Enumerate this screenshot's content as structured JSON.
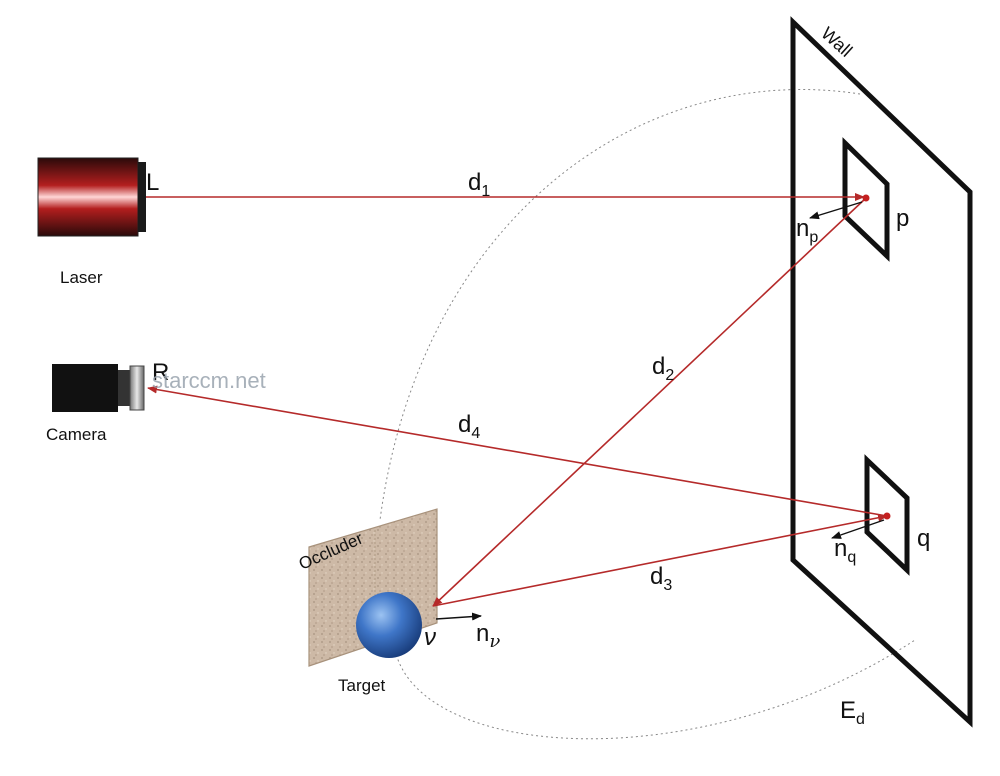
{
  "labels": {
    "laser": "Laser",
    "laser_point": "L",
    "camera": "Camera",
    "camera_point": "R",
    "wall": "Wall",
    "occluder": "Occluder",
    "target": "Target",
    "target_point": "ν",
    "patch_p": "p",
    "patch_q": "q",
    "ed_main": "E",
    "ed_sub": "d"
  },
  "distances": [
    {
      "main": "d",
      "sub": "1"
    },
    {
      "main": "d",
      "sub": "2"
    },
    {
      "main": "d",
      "sub": "3"
    },
    {
      "main": "d",
      "sub": "4"
    }
  ],
  "normals": [
    {
      "main": "n",
      "sub": "p"
    },
    {
      "main": "n",
      "sub": "q"
    },
    {
      "main": "n",
      "sub": "ν"
    }
  ],
  "watermark": "starccm.net",
  "colors": {
    "ray": "#b52a2a",
    "target": "#2f63b8",
    "occluder": "#cdb9a6",
    "wall": "#111111"
  }
}
